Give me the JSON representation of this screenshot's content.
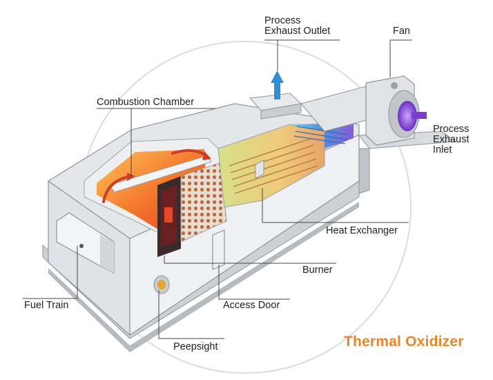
{
  "title": "Thermal Oxidizer",
  "colors": {
    "title": "#E8852A",
    "leader": "#444444",
    "housing_top": "#E6E8EB",
    "housing_side": "#C9CDD3",
    "flame_hot": "#E8402A",
    "flame_warm": "#F7A33A",
    "exchanger": "#E7C66B",
    "fan_glow": "#8A4FD8",
    "exhaust_arrow": "#2F8FD6"
  },
  "labels": {
    "process_exhaust_outlet": [
      "Process",
      "Exhaust Outlet"
    ],
    "fan": "Fan",
    "process_exhaust_inlet": [
      "Process",
      "Exhaust",
      "Inlet"
    ],
    "combustion_chamber": "Combustion Chamber",
    "heat_exchanger": "Heat Exchanger",
    "burner": "Burner",
    "access_door": "Access Door",
    "fuel_train": "Fuel Train",
    "peepsight": "Peepsight"
  },
  "icons": [
    "exhaust-arrow-icon",
    "fan-icon",
    "burner-icon",
    "peepsight-icon"
  ]
}
